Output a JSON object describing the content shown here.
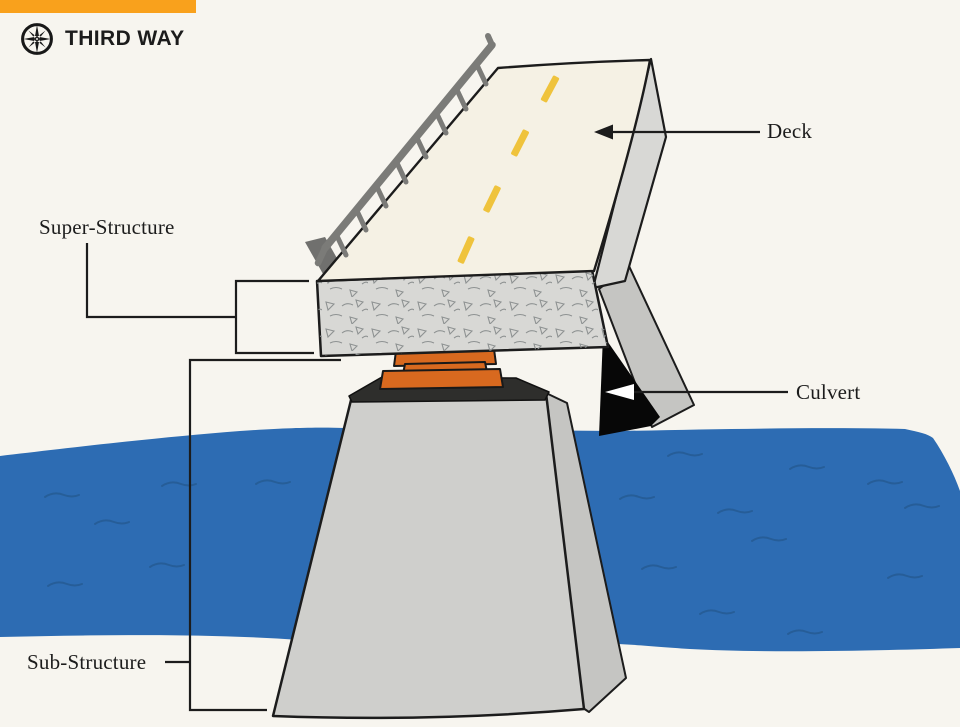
{
  "header": {
    "logo_text": "THIRD WAY"
  },
  "colors": {
    "background": "#F7F5EF",
    "ink": "#1C1C1C",
    "accent-orange": "#F9A11C",
    "water-blue": "#2D6CB3",
    "wave-blue": "#24598F",
    "bearing-orange": "#D8691F",
    "road-surface": "#F5F1E4",
    "road-yellow": "#EFC33C",
    "concrete-light": "#D8D8D5",
    "concrete-mid": "#CFCFCC",
    "concrete-dark": "#C5C5C2",
    "rail-gray": "#7B7B78",
    "cap-dark": "#2E2E2C",
    "culvert-black": "#070707"
  },
  "diagram": {
    "labels": {
      "deck": "Deck",
      "super_structure": "Super-Structure",
      "culvert": "Culvert",
      "sub_structure": "Sub-Structure"
    }
  }
}
